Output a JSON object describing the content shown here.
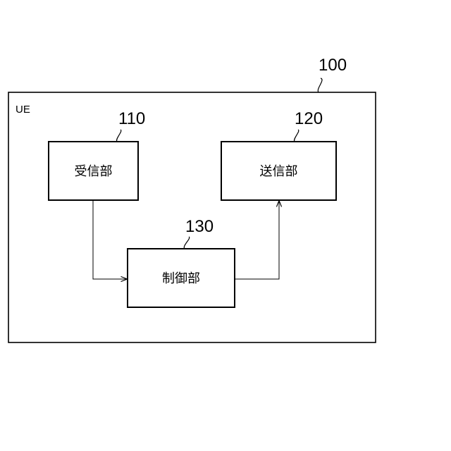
{
  "device": {
    "ref": "100",
    "label": "UE"
  },
  "blocks": [
    {
      "id": "receiver",
      "ref": "110",
      "label": "受信部"
    },
    {
      "id": "transmitter",
      "ref": "120",
      "label": "送信部"
    },
    {
      "id": "controller",
      "ref": "130",
      "label": "制御部"
    }
  ],
  "connections": [
    {
      "from": "receiver",
      "to": "controller"
    },
    {
      "from": "controller",
      "to": "transmitter"
    }
  ]
}
